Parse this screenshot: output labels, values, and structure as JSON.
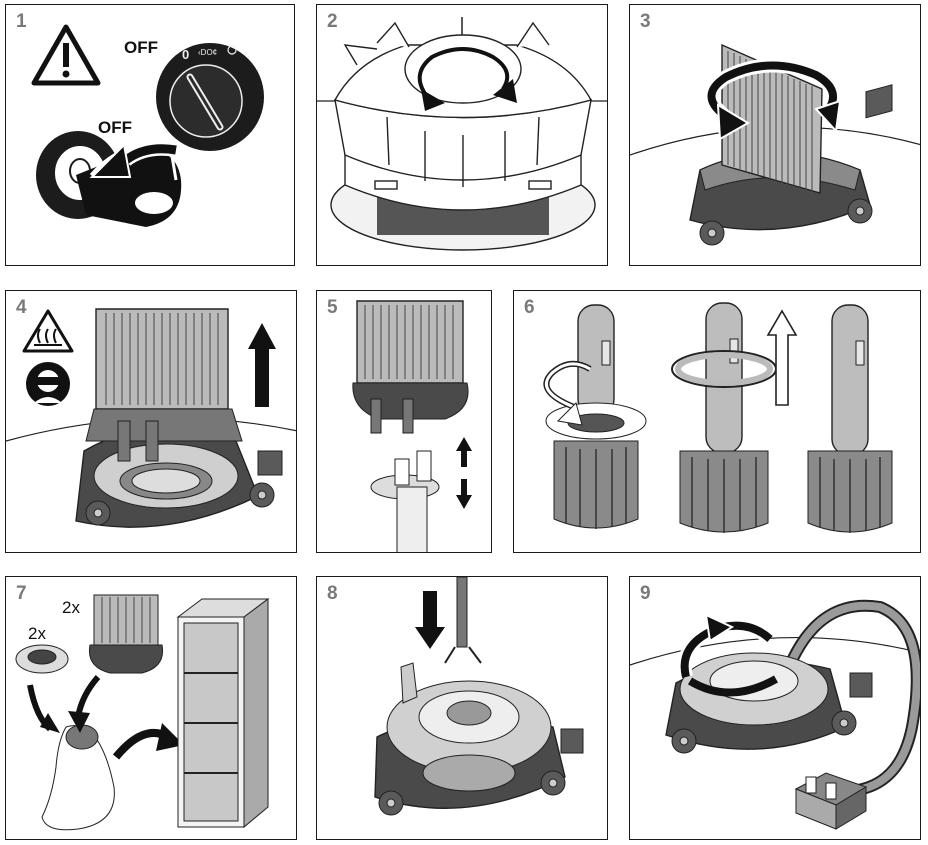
{
  "panels": [
    {
      "number": "1",
      "labels": {
        "off_switch": "OFF",
        "off_knob": "OFF",
        "knob_zero": "0"
      }
    },
    {
      "number": "2"
    },
    {
      "number": "3"
    },
    {
      "number": "4"
    },
    {
      "number": "5"
    },
    {
      "number": "6"
    },
    {
      "number": "7",
      "labels": {
        "qty_a": "2x",
        "qty_b": "2x"
      }
    },
    {
      "number": "8"
    },
    {
      "number": "9"
    }
  ],
  "colors": {
    "border": "#1a1a1a",
    "step_number": "#7a7a7a",
    "part_dark": "#3a3a3a",
    "part_mid": "#8c8c8c",
    "part_light": "#d2d2d2"
  }
}
